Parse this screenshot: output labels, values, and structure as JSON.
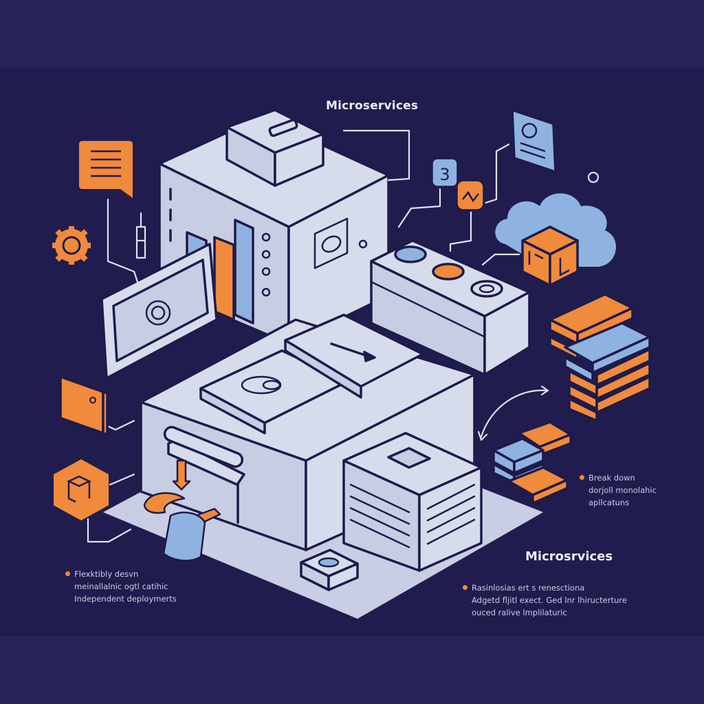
{
  "diagram": {
    "title_top": "Microservices",
    "title_right": "Microsrvices",
    "bullets": [
      {
        "id": "left",
        "lines": [
          "Flexktibly desvn",
          "meinallalnic ogtl catihic",
          "Independent deploymerts"
        ]
      },
      {
        "id": "right-upper",
        "lines": [
          "Break down",
          "dorjoll monolahic",
          "apllcatuns"
        ]
      },
      {
        "id": "right-lower",
        "lines": [
          "Rasinlosias ert s renesctiona",
          "Adgetd fljitl exect. Ged lnr lhiructerture",
          "ouced ralive lmplilaturic"
        ]
      }
    ],
    "icons": {
      "chat-bubble": "document-lines",
      "gear": "settings",
      "config-card": "gear-with-lines",
      "badge-number": "3",
      "badge-signal": "waveform",
      "cloud": "cloud",
      "cube": "package",
      "database-stack": "layers",
      "small-stack": "sync-blocks",
      "door-panel": "plugin",
      "hex-cube": "container"
    },
    "colors": {
      "background": "#201d4e",
      "band": "#25235a",
      "block_face": "#d7dcec",
      "outline": "#1e1b4b",
      "orange": "#f08a3c",
      "blue": "#8fb3e0",
      "text": "#eef0fb",
      "connector": "#dfe2f3"
    }
  }
}
